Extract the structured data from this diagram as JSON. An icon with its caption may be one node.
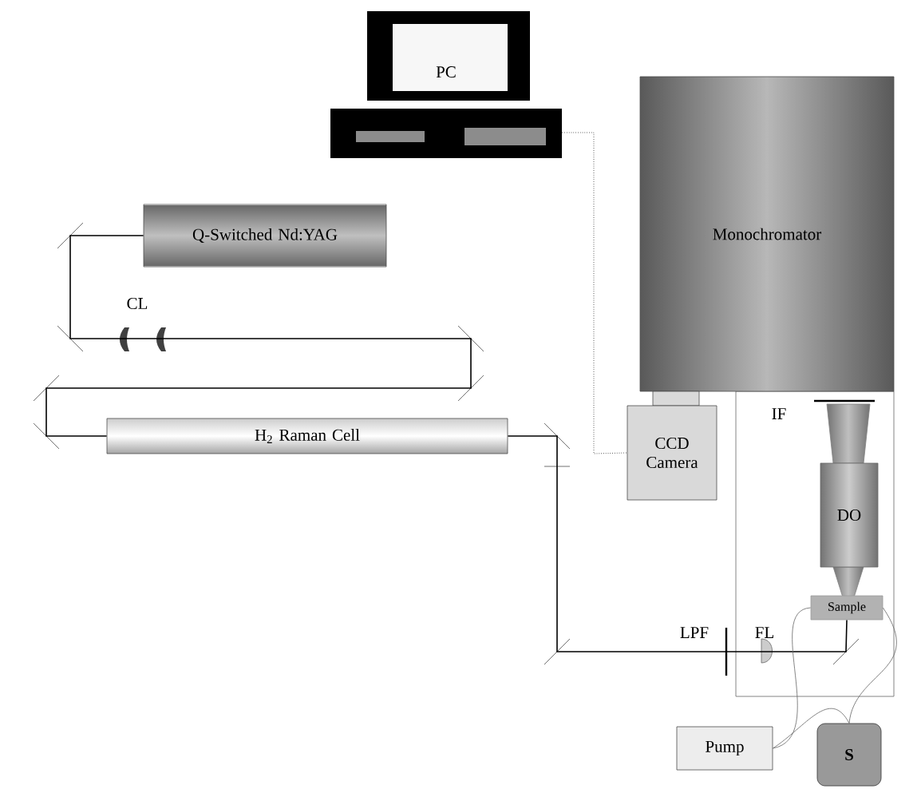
{
  "diagram": {
    "nodes": [
      {
        "text": [
          "PC"
        ]
      },
      {
        "text": [
          "Q-Switched Nd:YAG"
        ]
      },
      {
        "text": [
          "H$_{2}$ Raman Cell"
        ]
      },
      {
        "text": [
          "Monochromator"
        ]
      },
      {
        "text": [
          "CCD Camera"
        ]
      },
      {
        "text": [
          "DO"
        ]
      },
      {
        "text": [
          "Sample"
        ]
      },
      {
        "text": [
          "Pump"
        ]
      },
      {
        "text": [
          "S"
        ]
      }
    ],
    "edges": [
      {
        "from": 0,
        "to": 4,
        "arrow": "none",
        "style": "dashed"
      },
      {
        "from": 1,
        "to": 2,
        "arrow": "none"
      },
      {
        "from": 2,
        "to": 6,
        "arrow": "none"
      },
      {
        "from": 7,
        "to": 6,
        "arrow": "none",
        "color": "#666666"
      },
      {
        "from": 7,
        "to": 8,
        "arrow": "none",
        "color": "#666666"
      },
      {
        "from": 8,
        "to": 6,
        "arrow": "none",
        "color": "#666666"
      }
    ],
    "labels": [
      "CL",
      "IF",
      "LPF",
      "FL"
    ]
  }
}
